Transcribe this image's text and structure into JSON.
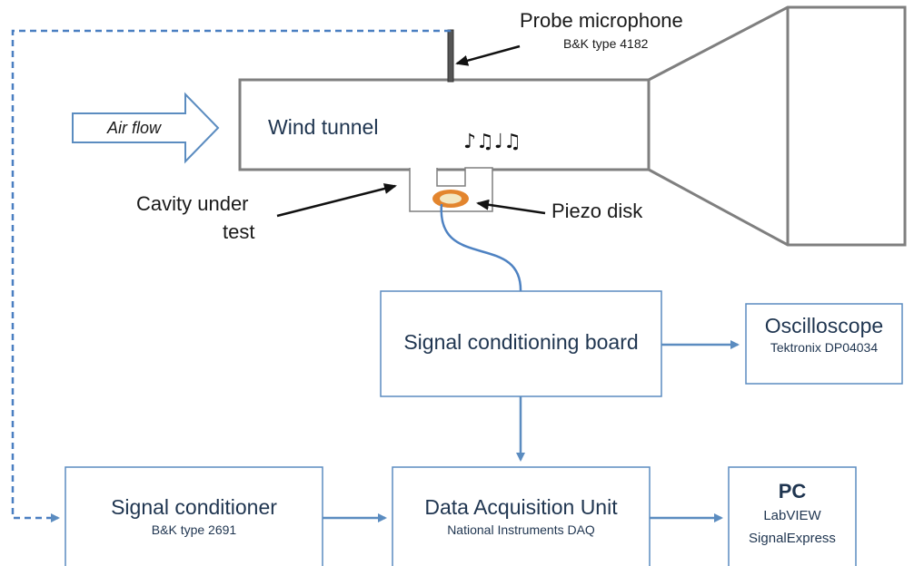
{
  "airflow": {
    "label": "Air flow"
  },
  "tunnel": {
    "label": "Wind tunnel",
    "notes": "♪♫♩♫"
  },
  "probe": {
    "title": "Probe microphone",
    "model": "B&K type 4182"
  },
  "cavity": {
    "line1": "Cavity under",
    "line2": "test"
  },
  "piezo": {
    "label": "Piezo disk"
  },
  "boxes": {
    "scb": {
      "title": "Signal conditioning board"
    },
    "osc": {
      "title": "Oscilloscope",
      "sub": "Tektronix DP04034"
    },
    "sc": {
      "title": "Signal conditioner",
      "sub": "B&K type 2691"
    },
    "daq": {
      "title": "Data Acquisition Unit",
      "sub": "National Instruments DAQ"
    },
    "pc": {
      "title": "PC",
      "sub1": "LabVIEW",
      "sub2": "SignalExpress"
    }
  },
  "colors": {
    "box_stroke": "#5b8cc0",
    "arrow": "#5b8cc0",
    "dashed": "#4a7fc1",
    "tunnel_stroke": "#7f7f7f",
    "piezo_outer": "#e3852e",
    "piezo_inner": "#f3e7c2",
    "cable": "#4e82c2"
  }
}
